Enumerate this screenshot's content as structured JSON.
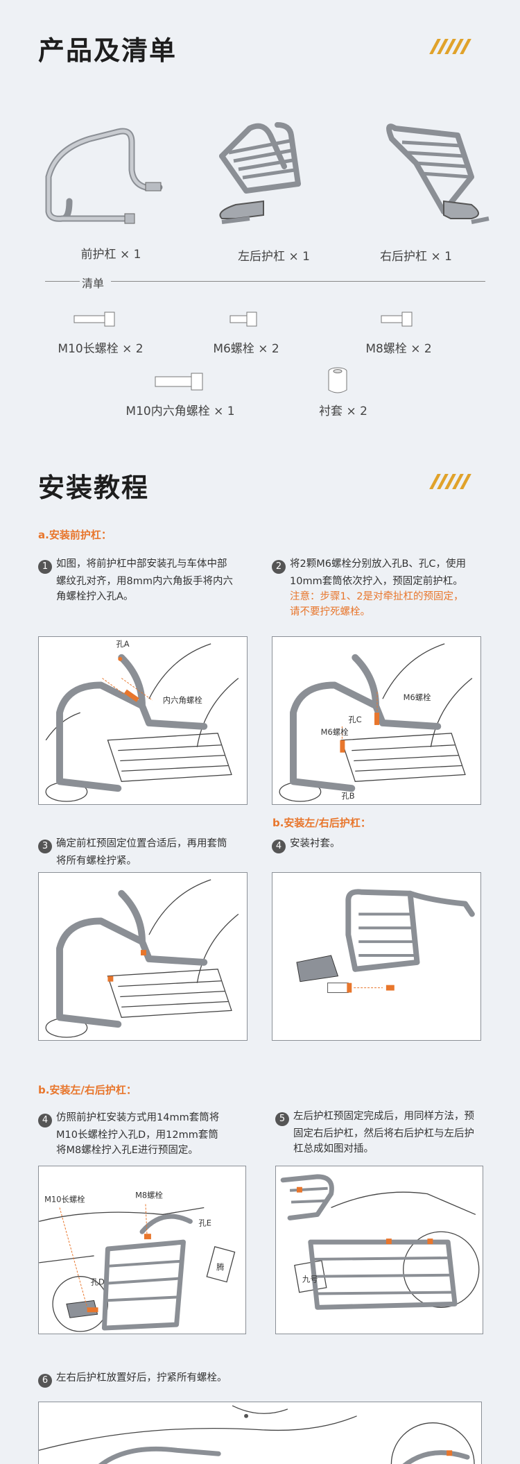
{
  "product_section": {
    "title": "产品及清单",
    "items": [
      {
        "label": "前护杠 × 1"
      },
      {
        "label": "左后护杠 × 1"
      },
      {
        "label": "右后护杠 × 1"
      }
    ],
    "list_label": "清单",
    "parts": [
      {
        "label": "M10长螺栓 × 2"
      },
      {
        "label": "M6螺栓 × 2"
      },
      {
        "label": "M8螺栓 × 2"
      },
      {
        "label": "M10内六角螺栓 × 1"
      },
      {
        "label": "衬套  × 2"
      }
    ]
  },
  "install_section": {
    "title": "安装教程",
    "sub_a": "a.安装前护杠：",
    "sub_b1": "b.安装左/右后护杠：",
    "sub_b2": "b.安装左/右后护杠：",
    "steps": [
      {
        "num": "1",
        "lines": [
          "如图，将前护杠中部安装孔与车体中部",
          "螺纹孔对齐，用8mm内六角扳手将内六",
          "角螺栓拧入孔A。"
        ]
      },
      {
        "num": "2",
        "lines": [
          "将2颗M6螺栓分别放入孔B、孔C，使用",
          "10mm套筒依次拧入，预固定前护杠。"
        ],
        "warn": [
          "注意：步骤1、2是对牵扯杠的预固定，",
          "请不要拧死螺栓。"
        ]
      },
      {
        "num": "3",
        "lines": [
          "确定前杠预固定位置合适后，再用套筒",
          "将所有螺栓拧紧。"
        ]
      },
      {
        "num": "4",
        "lines": [
          "安装衬套。"
        ]
      },
      {
        "num": "4",
        "lines": [
          "仿照前护杠安装方式用14mm套筒将",
          "M10长螺栓拧入孔D，用12mm套筒",
          "将M8螺栓拧入孔E进行预固定。"
        ]
      },
      {
        "num": "5",
        "lines": [
          "左后护杠预固定完成后，用同样方法，预",
          "固定右后护杠，然后将右后护杠与左后护",
          "杠总成如图对插。"
        ]
      },
      {
        "num": "6",
        "lines": [
          "左右后护杠放置好后，拧紧所有螺栓。"
        ]
      }
    ],
    "callouts": {
      "hole_a": "孔A",
      "hex_bolt": "内六角螺栓",
      "m6_bolt": "M6螺栓",
      "hole_c": "孔C",
      "hole_b": "孔B",
      "m10_long": "M10长螺栓",
      "m8_bolt": "M8螺栓",
      "hole_e": "孔E",
      "hole_d": "孔D",
      "plate_left": "腾",
      "plate_right": "九号"
    }
  },
  "colors": {
    "accent": "#e8762c",
    "gold": "#e0a22a",
    "bg": "#eef1f5"
  }
}
